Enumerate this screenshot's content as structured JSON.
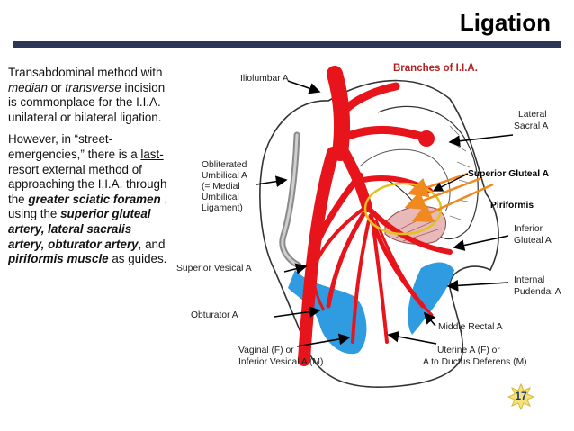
{
  "title": "Ligation",
  "body": {
    "p1": {
      "a": "Transabdominal method with ",
      "b": "median",
      "c": " or ",
      "d": "transverse",
      "e": " incision is commonplace for the I.I.A. unilateral or bilateral ligation."
    },
    "p2": {
      "a": "However, in “street-emergencies,” there is a ",
      "b": "last-resort",
      "c": " external method of approaching the I.I.A. through the ",
      "d": "greater sciatic foramen",
      "e": " , using the ",
      "f": "superior gluteal artery, lateral sacralis artery, obturator artery",
      "g": ", and ",
      "h": "piriformis muscle",
      "i": " as guides."
    }
  },
  "figure": {
    "heading": "Branches of I.I.A.",
    "labels": {
      "iliolumbar": "Iliolumbar A",
      "lateral_sacral": [
        "Lateral",
        "Sacral A"
      ],
      "superior_gluteal": "Superior Gluteal A",
      "obliterated_umbilical": [
        "Obliterated",
        "Umbilical A",
        "(= Medial",
        "Umbilical",
        "Ligament)"
      ],
      "piriformis": "Piriformis",
      "inferior_gluteal": [
        "Inferior",
        "Gluteal A"
      ],
      "superior_vesical": "Superior Vesical A",
      "internal_pudendal": [
        "Internal",
        "Pudendal A"
      ],
      "obturator": "Obturator A",
      "middle_rectal": "Middle Rectal A",
      "vaginal": [
        "Vaginal (F) or",
        "Inferior Vesical A (M)"
      ],
      "uterine": [
        "Uterine A (F) or",
        "A to Ductus Deferens (M)"
      ]
    }
  },
  "page_number": "17",
  "colors": {
    "artery": "#e8141b",
    "vein": "#2f9be0",
    "pointer_arrow": "#f08a1e",
    "title_rule": "#2b3558",
    "heading_red": "#b32020"
  }
}
